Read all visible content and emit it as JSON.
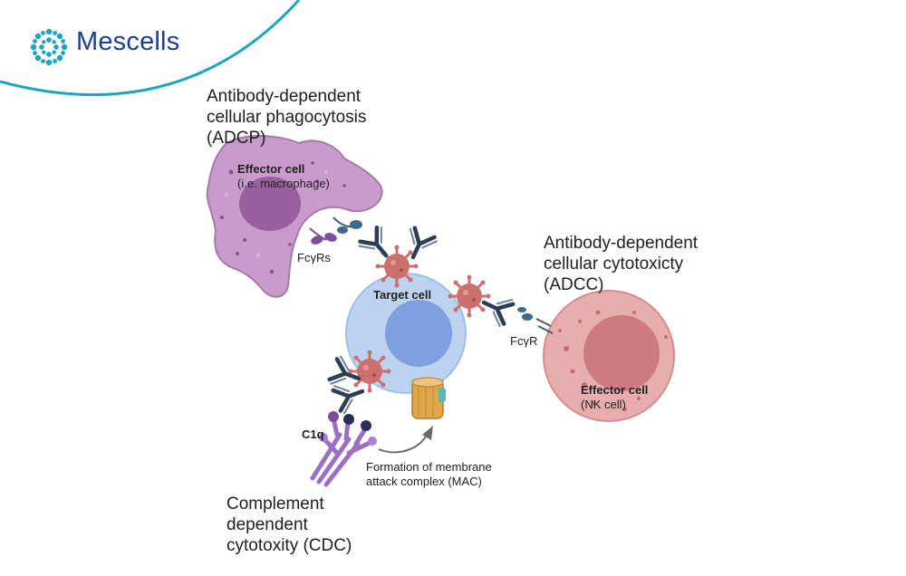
{
  "brand": {
    "name": "Mescells"
  },
  "labels": {
    "adcp": [
      "Antibody-dependent",
      "cellular phagocytosis",
      "(ADCP)"
    ],
    "adcc": [
      "Antibody-dependent",
      "cellular cytotoxicty",
      "(ADCC)"
    ],
    "cdc": [
      "Complement",
      "dependent",
      "cytotoxity (CDC)"
    ],
    "macrophage_title": "Effector cell",
    "macrophage_sub": "(i.e. macrophage)",
    "target_cell": "Target cell",
    "nk_title": "Effector cell",
    "nk_sub": "(NK cell)",
    "fcyrs": "FcγRs",
    "fcyr": "FcγR",
    "c1q": "C1q",
    "mac": [
      "Formation of membrane",
      "attack complex (MAC)"
    ]
  },
  "colors": {
    "brand_blue": "#1a3f93",
    "brand_teal": "#1aa5c0",
    "macrophage": "#c99bcb",
    "macrophage_nucleus": "#9a5f9e",
    "target_cell": "#bcd3f0",
    "target_nucleus": "#7ea0de",
    "nk_cell": "#e8adad",
    "nk_nucleus": "#cf7a80",
    "antibody": "#2c3e55",
    "antigen": "#cc6f6f",
    "c1q": "#9b6fc4",
    "mac_pore": "#e0a64a"
  }
}
